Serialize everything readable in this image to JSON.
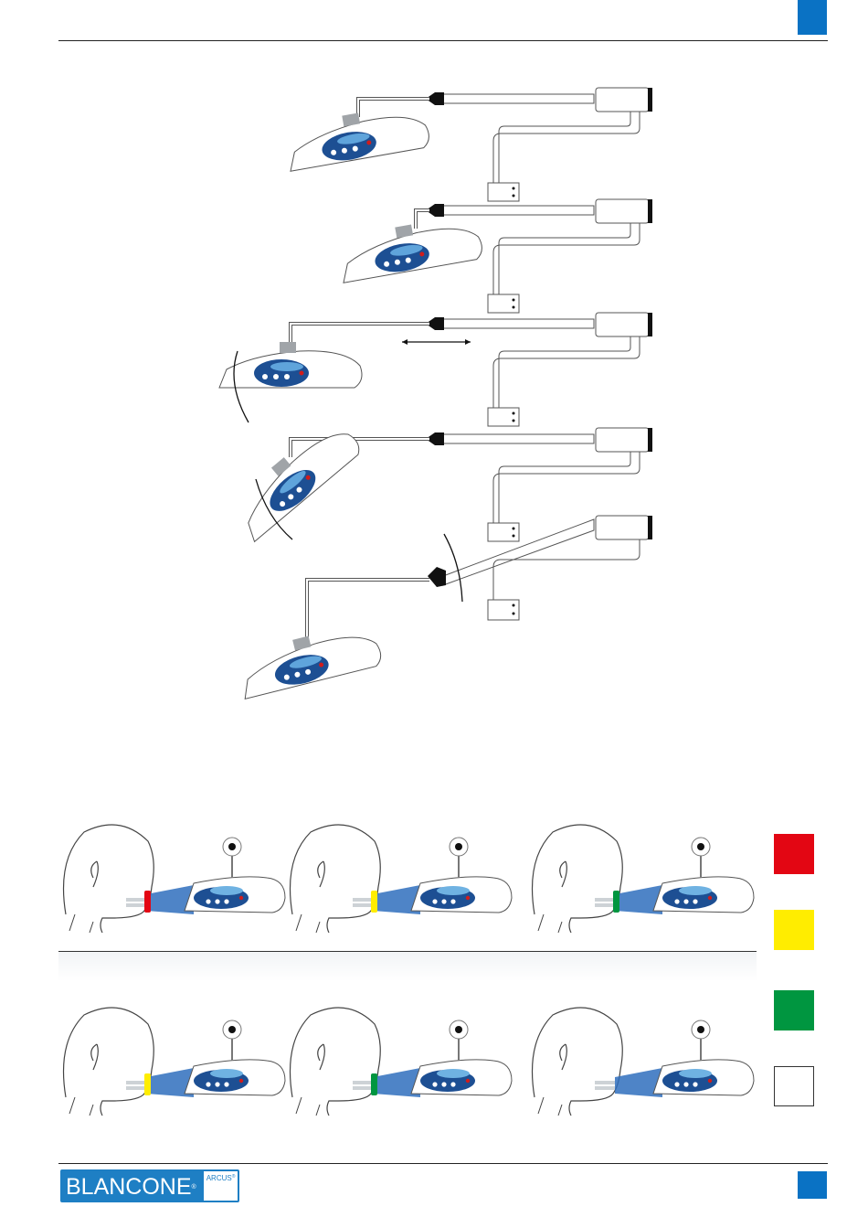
{
  "colors": {
    "accent": "#0a72c4",
    "swatches": [
      "#e30613",
      "#ffed00",
      "#009640",
      "#ffffff"
    ]
  },
  "figures": {
    "positioning": {
      "views": 5,
      "icons": [
        "light-unit-icon",
        "arm-icon",
        "wall-mount-icon",
        "motion-arrow-icon"
      ]
    },
    "patient_views": {
      "count": 6,
      "ring_colors": [
        "#e30613",
        "#ffed00",
        "#009640",
        "#ffed00",
        "#009640",
        "none"
      ]
    }
  },
  "footer": {
    "brand": "BLANCONE",
    "brand_suffix": "ARCUS",
    "registered": "®"
  }
}
